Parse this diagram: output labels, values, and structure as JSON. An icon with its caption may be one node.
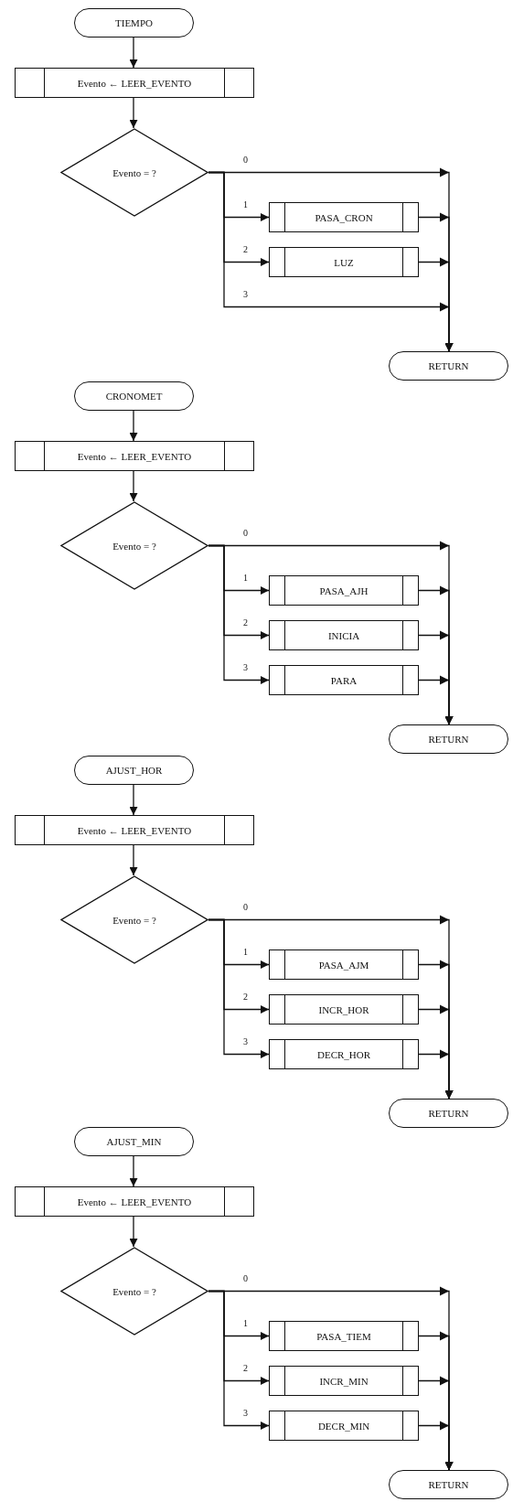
{
  "diagram": {
    "nodes": [
      {
        "text": [
          "TIEMPO"
        ]
      },
      {
        "text": [
          "Evento ← LEER_EVENTO"
        ]
      },
      {
        "text": [
          "Evento = ?"
        ]
      },
      {
        "text": [
          "PASA_CRON"
        ]
      },
      {
        "text": [
          "LUZ"
        ]
      },
      {
        "text": [
          "RETURN"
        ]
      },
      {
        "text": [
          "CRONOMET"
        ]
      },
      {
        "text": [
          "Evento ← LEER_EVENTO"
        ]
      },
      {
        "text": [
          "Evento = ?"
        ]
      },
      {
        "text": [
          "PASA_AJH"
        ]
      },
      {
        "text": [
          "INICIA"
        ]
      },
      {
        "text": [
          "PARA"
        ]
      },
      {
        "text": [
          "RETURN"
        ]
      },
      {
        "text": [
          "AJUST_HOR"
        ]
      },
      {
        "text": [
          "Evento ← LEER_EVENTO"
        ]
      },
      {
        "text": [
          "Evento = ?"
        ]
      },
      {
        "text": [
          "PASA_AJM"
        ]
      },
      {
        "text": [
          "INCR_HOR"
        ]
      },
      {
        "text": [
          "DECR_HOR"
        ]
      },
      {
        "text": [
          "RETURN"
        ]
      },
      {
        "text": [
          "AJUST_MIN"
        ]
      },
      {
        "text": [
          "Evento ← LEER_EVENTO"
        ]
      },
      {
        "text": [
          "Evento = ?"
        ]
      },
      {
        "text": [
          "PASA_TIEM"
        ]
      },
      {
        "text": [
          "INCR_MIN"
        ]
      },
      {
        "text": [
          "DECR_MIN"
        ]
      },
      {
        "text": [
          "RETURN"
        ]
      }
    ],
    "edges": [
      {
        "from": 0,
        "to": 1,
        "arrow": "to"
      },
      {
        "from": 1,
        "to": 2,
        "arrow": "to"
      },
      {
        "from": 2,
        "to": 5,
        "arrow": "to",
        "label": "0"
      },
      {
        "from": 2,
        "to": 3,
        "arrow": "to",
        "label": "1"
      },
      {
        "from": 2,
        "to": 4,
        "arrow": "to",
        "label": "2"
      },
      {
        "from": 2,
        "to": 5,
        "arrow": "to",
        "label": "3"
      },
      {
        "from": 3,
        "to": 5,
        "arrow": "to"
      },
      {
        "from": 4,
        "to": 5,
        "arrow": "to"
      },
      {
        "from": 6,
        "to": 7,
        "arrow": "to"
      },
      {
        "from": 7,
        "to": 8,
        "arrow": "to"
      },
      {
        "from": 8,
        "to": 12,
        "arrow": "to",
        "label": "0"
      },
      {
        "from": 8,
        "to": 9,
        "arrow": "to",
        "label": "1"
      },
      {
        "from": 8,
        "to": 10,
        "arrow": "to",
        "label": "2"
      },
      {
        "from": 8,
        "to": 11,
        "arrow": "to",
        "label": "3"
      },
      {
        "from": 9,
        "to": 12,
        "arrow": "to"
      },
      {
        "from": 10,
        "to": 12,
        "arrow": "to"
      },
      {
        "from": 11,
        "to": 12,
        "arrow": "to"
      },
      {
        "from": 13,
        "to": 14,
        "arrow": "to"
      },
      {
        "from": 14,
        "to": 15,
        "arrow": "to"
      },
      {
        "from": 15,
        "to": 19,
        "arrow": "to",
        "label": "0"
      },
      {
        "from": 15,
        "to": 16,
        "arrow": "to",
        "label": "1"
      },
      {
        "from": 15,
        "to": 17,
        "arrow": "to",
        "label": "2"
      },
      {
        "from": 15,
        "to": 18,
        "arrow": "to",
        "label": "3"
      },
      {
        "from": 16,
        "to": 19,
        "arrow": "to"
      },
      {
        "from": 17,
        "to": 19,
        "arrow": "to"
      },
      {
        "from": 18,
        "to": 19,
        "arrow": "to"
      },
      {
        "from": 20,
        "to": 21,
        "arrow": "to"
      },
      {
        "from": 21,
        "to": 22,
        "arrow": "to"
      },
      {
        "from": 22,
        "to": 26,
        "arrow": "to",
        "label": "0"
      },
      {
        "from": 22,
        "to": 23,
        "arrow": "to",
        "label": "1"
      },
      {
        "from": 22,
        "to": 24,
        "arrow": "to",
        "label": "2"
      },
      {
        "from": 22,
        "to": 25,
        "arrow": "to",
        "label": "3"
      },
      {
        "from": 23,
        "to": 26,
        "arrow": "to"
      },
      {
        "from": 24,
        "to": 26,
        "arrow": "to"
      },
      {
        "from": 25,
        "to": 26,
        "arrow": "to"
      }
    ]
  }
}
